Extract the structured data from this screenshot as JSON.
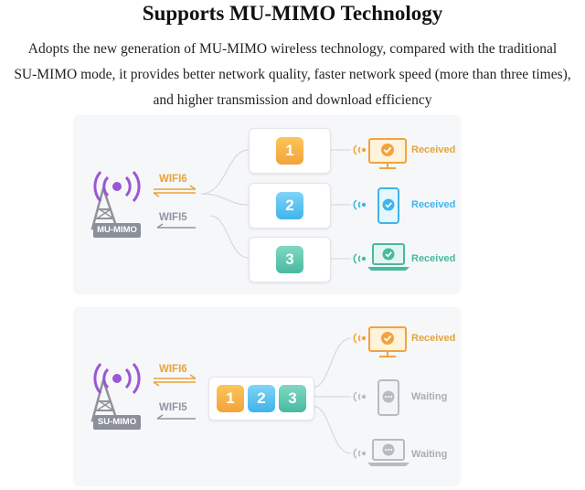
{
  "header": {
    "title": "Supports MU-MIMO Technology",
    "description_lines": [
      "Adopts the new generation of MU-MIMO wireless technology, compared with the traditional",
      "SU-MIMO mode, it provides better network quality, faster network speed (more than three times),",
      "and higher transmission and download efficiency"
    ]
  },
  "mu_panel": {
    "tower_label": "MU-MIMO",
    "wifi6_label": "WIFI6",
    "wifi5_label": "WIFI5",
    "streams": [
      "1",
      "2",
      "3"
    ],
    "devices": [
      {
        "device": "monitor",
        "status": "Received"
      },
      {
        "device": "phone",
        "status": "Received"
      },
      {
        "device": "laptop",
        "status": "Received"
      }
    ]
  },
  "su_panel": {
    "tower_label": "SU-MIMO",
    "wifi6_label": "WIFI6",
    "wifi5_label": "WIFI5",
    "streams": [
      "1",
      "2",
      "3"
    ],
    "devices": [
      {
        "device": "monitor",
        "status": "Received"
      },
      {
        "device": "phone",
        "status": "Waiting"
      },
      {
        "device": "laptop",
        "status": "Waiting"
      }
    ]
  },
  "colors": {
    "tower_purple": "#9b57d3",
    "accent_orange": "#f3a33b",
    "accent_blue": "#3fb4ea",
    "accent_teal": "#49b9a0",
    "waiting_gray": "#b7bbc2"
  }
}
